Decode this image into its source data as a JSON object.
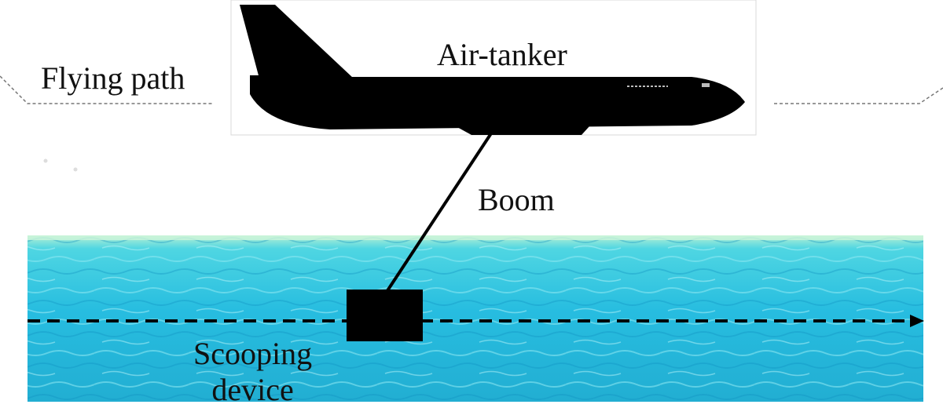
{
  "labels": {
    "flying_path": "Flying path",
    "air_tanker": "Air-tanker",
    "boom": "Boom",
    "scooping_device_line1": "Scooping",
    "scooping_device_line2": "device"
  },
  "colors": {
    "water_top": "#a8e8d0",
    "water_mid": "#2cc6e6",
    "water_deep": "#1a9ec4",
    "silhouette": "#000000",
    "path_line": "#777777"
  }
}
